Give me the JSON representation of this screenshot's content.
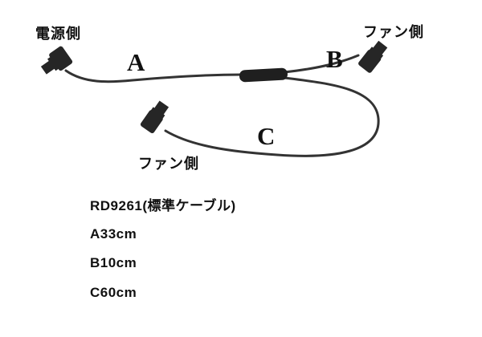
{
  "diagram": {
    "labels": {
      "power_side": "電源側",
      "fan_side_top": "ファン側",
      "fan_side_middle": "ファン側",
      "segment_a": "A",
      "segment_b": "B",
      "segment_c": "C"
    },
    "specs": {
      "model": "RD9261(標準ケーブル)",
      "a_length": "A33cm",
      "b_length": "B10cm",
      "c_length": "C60cm"
    },
    "colors": {
      "cable": "#333333",
      "plug": "#262626",
      "text": "#111111"
    }
  }
}
